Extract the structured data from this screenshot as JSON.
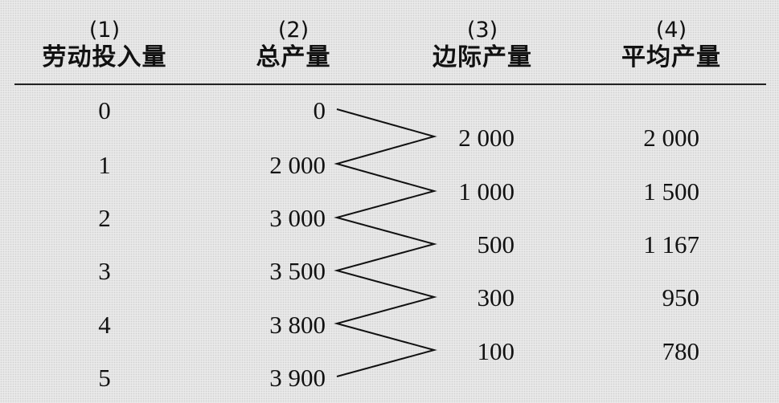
{
  "headers": [
    {
      "num": "(1)",
      "title": "劳动投入量"
    },
    {
      "num": "(2)",
      "title": "总产量"
    },
    {
      "num": "(3)",
      "title": "边际产量"
    },
    {
      "num": "(4)",
      "title": "平均产量"
    }
  ],
  "labor_input": [
    "0",
    "1",
    "2",
    "3",
    "4",
    "5"
  ],
  "total_product": [
    "0",
    "2 000",
    "3 000",
    "3 500",
    "3 800",
    "3 900"
  ],
  "marginal_product": [
    "2 000",
    "1 000",
    "500",
    "300",
    "100"
  ],
  "average_product": [
    "2 000",
    "1 500",
    "1 167",
    "950",
    "780"
  ]
}
